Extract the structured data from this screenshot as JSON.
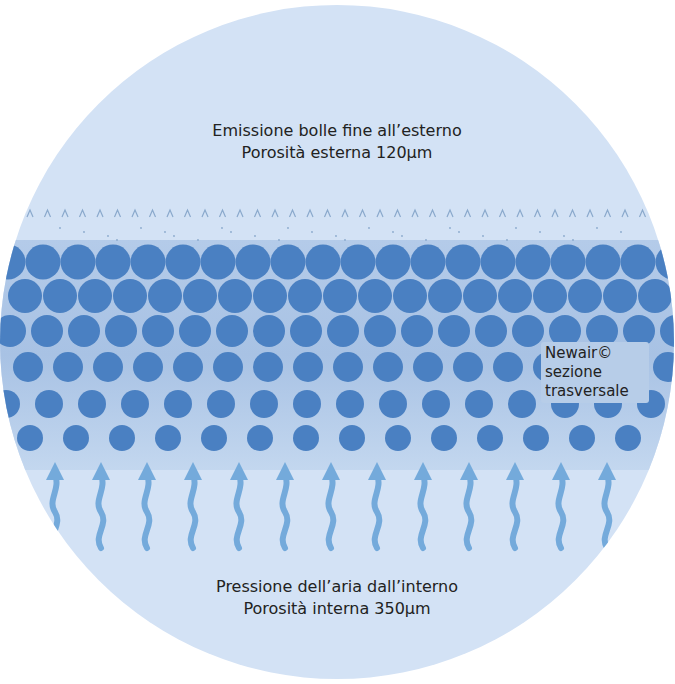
{
  "diagram": {
    "labels": [
      "Emissione bolle fine all’esterno",
      "Porosità esterna 120µm",
      "Newair© sezione trasversale",
      "Pressione dell’aria dall’interno",
      "Porosità interna 350µm"
    ]
  }
}
